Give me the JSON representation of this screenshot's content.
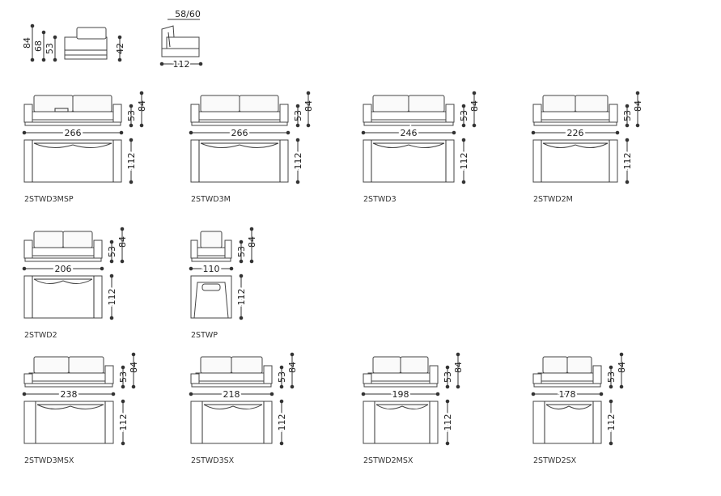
{
  "detail": {
    "heights": [
      "84",
      "68",
      "53",
      "42"
    ],
    "depth_top": "58/60",
    "depth_bottom": "112"
  },
  "models": [
    {
      "code": "2STWD3MSP",
      "width": "266",
      "seat_h": "53",
      "total_h": "84",
      "depth": "112"
    },
    {
      "code": "2STWD3M",
      "width": "266",
      "seat_h": "53",
      "total_h": "84",
      "depth": "112"
    },
    {
      "code": "2STWD3",
      "width": "246",
      "seat_h": "53",
      "total_h": "84",
      "depth": "112"
    },
    {
      "code": "2STWD2M",
      "width": "226",
      "seat_h": "53",
      "total_h": "84",
      "depth": "112"
    },
    {
      "code": "2STWD2",
      "width": "206",
      "seat_h": "53",
      "total_h": "84",
      "depth": "112"
    },
    {
      "code": "2STWP",
      "width": "110",
      "seat_h": "53",
      "total_h": "84",
      "depth": "112"
    },
    {
      "code": "2STWD3MSX",
      "width": "238",
      "seat_h": "53",
      "total_h": "84",
      "depth": "112"
    },
    {
      "code": "2STWD3SX",
      "width": "218",
      "seat_h": "53",
      "total_h": "84",
      "depth": "112"
    },
    {
      "code": "2STWD2MSX",
      "width": "198",
      "seat_h": "53",
      "total_h": "84",
      "depth": "112"
    },
    {
      "code": "2STWD2SX",
      "width": "178",
      "seat_h": "53",
      "total_h": "84",
      "depth": "112"
    }
  ]
}
